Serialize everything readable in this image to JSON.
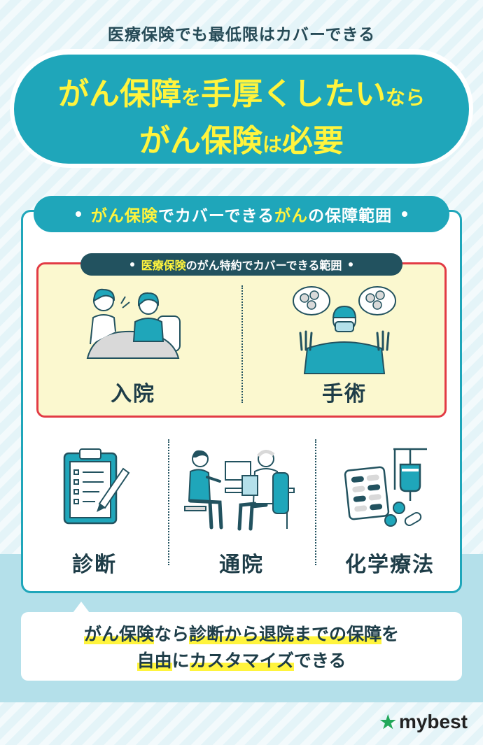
{
  "top_caption": "医療保険でも最低限はカバーできる",
  "hero": {
    "line1_a": "がん保障",
    "line1_b": "を",
    "line1_c": "手厚くしたい",
    "line1_d": "なら",
    "line2_a": "がん保険",
    "line2_b": "は",
    "line2_c": "必要"
  },
  "panel_tab": {
    "part1": "がん保険",
    "part2": "でカバーできる",
    "part3": "がん",
    "part4": "の保障範囲"
  },
  "red_tab": {
    "part1": "医療保険",
    "part2": "のがん特約でカバーできる範囲"
  },
  "items": {
    "hospitalization": "入院",
    "surgery": "手術",
    "diagnosis": "診断",
    "outpatient": "通院",
    "chemotherapy": "化学療法"
  },
  "bottom": {
    "line1_a": "がん保険",
    "line1_b": "なら",
    "line1_c": "診断から退院までの保障",
    "line1_d": "を",
    "line2_a": "自由",
    "line2_b": "に",
    "line2_c": "カスタマイズ",
    "line2_d": "できる"
  },
  "logo": {
    "text": "mybest",
    "icon": "star-icon"
  },
  "colors": {
    "teal": "#1fa6ba",
    "yellow": "#fff43d",
    "red": "#e23b45",
    "navy": "#22525f",
    "cream": "#fbf8cf"
  }
}
